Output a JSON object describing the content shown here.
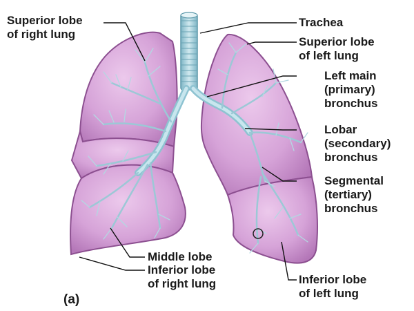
{
  "panel_label": "(a)",
  "labels": {
    "superior_right": [
      "Superior lobe",
      "of right lung"
    ],
    "trachea": [
      "Trachea"
    ],
    "superior_left": [
      "Superior lobe",
      "of left lung"
    ],
    "left_main_bronchus": [
      "Left main",
      "(primary)",
      "bronchus"
    ],
    "lobar_bronchus": [
      "Lobar",
      "(secondary)",
      "bronchus"
    ],
    "segmental_bronchus": [
      "Segmental",
      "(tertiary)",
      "bronchus"
    ],
    "middle_lobe": [
      "Middle lobe"
    ],
    "inferior_right": [
      "Inferior lobe",
      "of right lung"
    ],
    "inferior_left": [
      "Inferior lobe",
      "of left lung"
    ]
  },
  "colors": {
    "lung_fill": "#d6a3d8",
    "lung_outline": "#8c4f90",
    "airway": "#a9d2dc",
    "airway_outline": "#5f9aab",
    "leader_line": "#111111"
  }
}
